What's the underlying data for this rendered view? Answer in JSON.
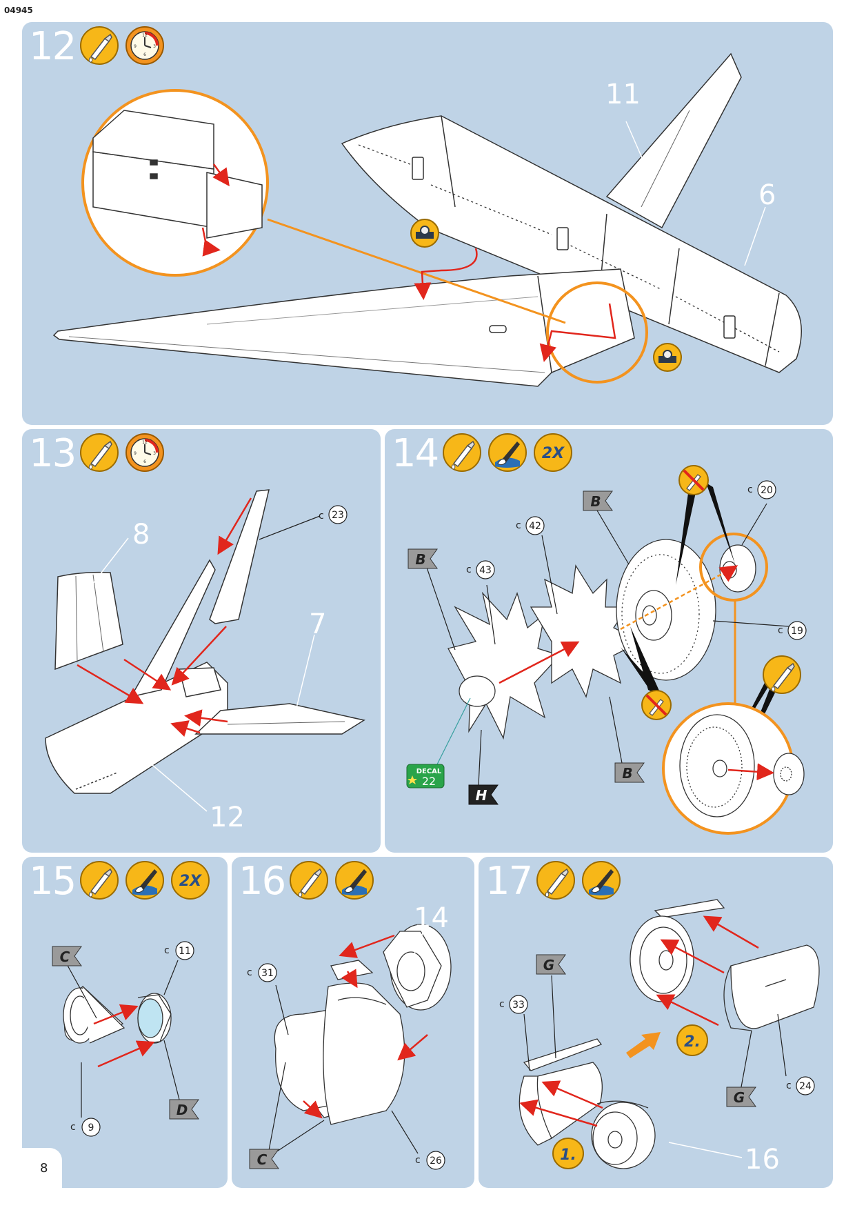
{
  "document": {
    "code": "04945",
    "page_number": "8"
  },
  "steps": [
    {
      "number": "12",
      "icons": [
        "glue-icon",
        "clock-icon"
      ]
    },
    {
      "number": "13",
      "icons": [
        "glue-icon",
        "clock-icon"
      ]
    },
    {
      "number": "14",
      "icons": [
        "glue-icon",
        "paint-icon",
        "2X"
      ]
    },
    {
      "number": "15",
      "icons": [
        "glue-icon",
        "paint-icon",
        "2X"
      ]
    },
    {
      "number": "16",
      "icons": [
        "glue-icon",
        "paint-icon"
      ]
    },
    {
      "number": "17",
      "icons": [
        "glue-icon",
        "paint-icon"
      ]
    }
  ],
  "step12": {
    "callouts": [
      "11",
      "6"
    ]
  },
  "step13": {
    "callouts": [
      "8",
      "7",
      "12"
    ],
    "part_c23": "23",
    "sprue": "c"
  },
  "step14": {
    "multiplier": "2X",
    "parts": [
      "20",
      "42",
      "43",
      "19"
    ],
    "sprue": "c",
    "flags": [
      "B",
      "B",
      "B",
      "H"
    ],
    "decal_label": "DECAL",
    "decal_number": "22"
  },
  "step15": {
    "multiplier": "2X",
    "parts": [
      "11",
      "9"
    ],
    "sprue": "c",
    "flags": [
      "C",
      "D"
    ]
  },
  "step16": {
    "callout": "14",
    "parts": [
      "31",
      "26"
    ],
    "sprue": "c",
    "flags": [
      "C"
    ]
  },
  "step17": {
    "callout": "16",
    "parts": [
      "33",
      "24"
    ],
    "sprue": "c",
    "flags": [
      "G",
      "G"
    ],
    "sequence": [
      "1.",
      "2."
    ]
  },
  "colors": {
    "panel": "#bfd3e6",
    "accent_orange": "#f3931f",
    "icon_yellow": "#f7b718",
    "arrow_red": "#e1261c",
    "flag_gray": "#9a9a9a",
    "flag_dark": "#222222",
    "decal_green": "#2aa44a"
  }
}
